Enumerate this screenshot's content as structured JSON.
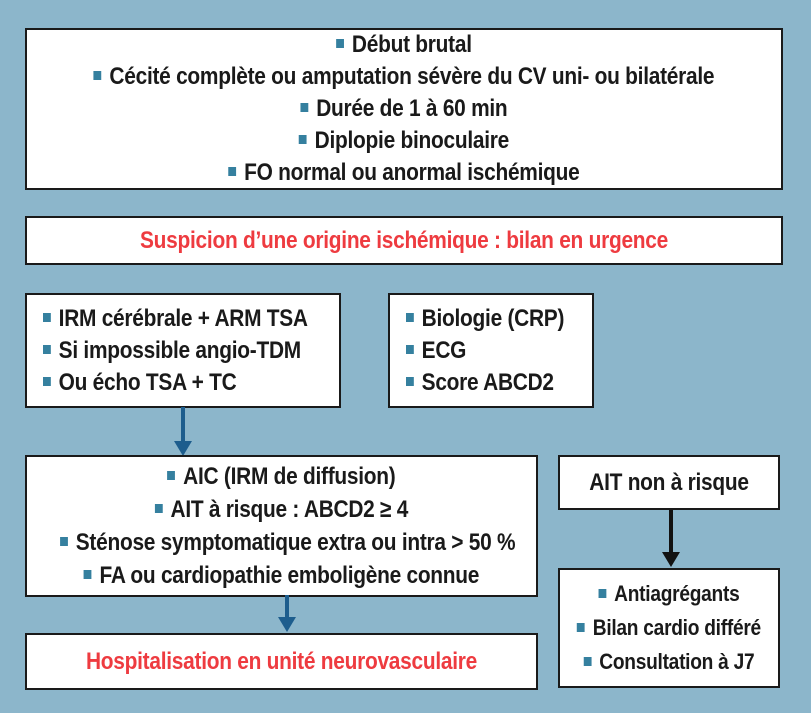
{
  "colors": {
    "canvas_bg": "#8cb6cb",
    "box_bg": "#ffffff",
    "box_border": "#1a1a1a",
    "text": "#1a1a1a",
    "red": "#ee3b40",
    "bullet": "#35809f",
    "arrow_blue": "#1d5d8d",
    "arrow_black": "#121212"
  },
  "flowchart": {
    "symptoms_box": {
      "items": [
        "Début brutal",
        "Cécité complète ou amputation sévère du CV uni- ou bilatérale",
        "Durée de 1 à 60 min",
        "Diplopie binoculaire",
        "FO normal ou anormal ischémique"
      ]
    },
    "suspicion_box": {
      "label": "Suspicion d’une origine ischémique : bilan en urgence"
    },
    "imaging_box": {
      "items": [
        "IRM cérébrale + ARM TSA",
        "Si impossible angio-TDM",
        "Ou écho TSA + TC"
      ]
    },
    "biology_box": {
      "items": [
        "Biologie (CRP)",
        "ECG",
        "Score ABCD2"
      ]
    },
    "risk_box": {
      "items": [
        "AIC (IRM de diffusion)",
        "AIT à risque : ABCD2 ≥ 4",
        "Sténose symptomatique extra ou intra > 50 %",
        "FA ou cardiopathie emboligène connue"
      ]
    },
    "no_risk_box": {
      "label": "AIT non à risque"
    },
    "followup_box": {
      "items": [
        "Antiagrégants",
        "Bilan cardio différé",
        "Consultation à J7"
      ]
    },
    "hospital_box": {
      "label": "Hospitalisation en unité neurovasculaire"
    }
  }
}
